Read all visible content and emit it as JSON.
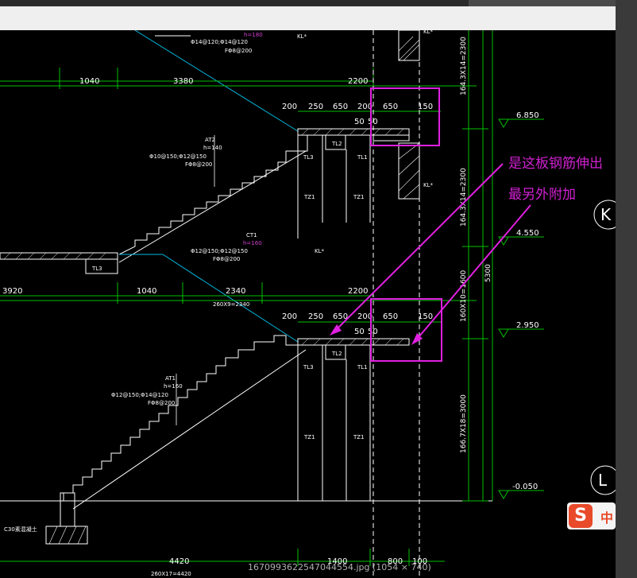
{
  "viewer": {
    "filename_caption": "1670993622547044554.jpg (1054 × 740)"
  },
  "colors": {
    "background": "#000000",
    "dim_line": "#00c000",
    "linework": "#ffffff",
    "stair_hatch": "#ffffff",
    "cyan_line": "#00c0e0",
    "highlight": "#e020e0",
    "annotation": "#d020d0"
  },
  "annotations": {
    "line1": "是这板钢筋伸出",
    "line2": "最另外附加"
  },
  "axes": {
    "k": "K",
    "l": "L"
  },
  "elevations": {
    "e1": "6.850",
    "e2": "4.550",
    "e3": "2.950",
    "e4": "-0.050"
  },
  "vertical_dims": {
    "v1": "164.3X14=2300",
    "v2": "164.3X14=2300",
    "v3": "160X10=1600",
    "v4": "166.7X18=3000",
    "v5": "5300"
  },
  "upper_flight": {
    "dims_top": [
      "1040",
      "3380",
      "2200"
    ],
    "dims_sub": [
      "200",
      "250",
      "650",
      "200",
      "650",
      "150"
    ],
    "dims_small": [
      "50",
      "50"
    ],
    "stair_id": "AT2",
    "stair_h": "h=140",
    "stair_rebar1": "Φ10@150;Φ12@150",
    "stair_rebar2": "FΦ8@200",
    "top_rebar": "Φ14@120;Φ14@120",
    "top_rebar2": "FΦ8@200",
    "top_h": "h=180",
    "beam_top": "KL*",
    "beam_kl": "KL*",
    "tl1": "TL1",
    "tl2": "TL2",
    "tl3": "TL3",
    "tz1a": "TZ1",
    "tz1b": "TZ1"
  },
  "lower_flight": {
    "dims_top": [
      "3920",
      "1040",
      "2340",
      "2200"
    ],
    "dims_sub": [
      "200",
      "250",
      "650",
      "200",
      "650",
      "150"
    ],
    "dims_small": [
      "50",
      "50"
    ],
    "step_dim": "260X9=2340",
    "mid_id": "CT1",
    "mid_h": "h=160",
    "mid_rebar1": "Φ12@150;Φ12@150",
    "mid_rebar2": "FΦ8@200",
    "mid_beam": "KL*",
    "tl_left": "TL3",
    "stair_id": "AT1",
    "stair_h": "h=160",
    "stair_rebar1": "Φ12@150;Φ14@120",
    "stair_rebar2": "FΦ8@200",
    "tl1": "TL1",
    "tl2": "TL2",
    "tl3": "TL3",
    "tz1a": "TZ1",
    "tz1b": "TZ1"
  },
  "bottom": {
    "dims": [
      "4420",
      "1400",
      "800",
      "100"
    ],
    "step_dim": "260X17=4420",
    "foundation": "C30素混凝土"
  },
  "ime": {
    "logo": "S",
    "text": "中"
  }
}
